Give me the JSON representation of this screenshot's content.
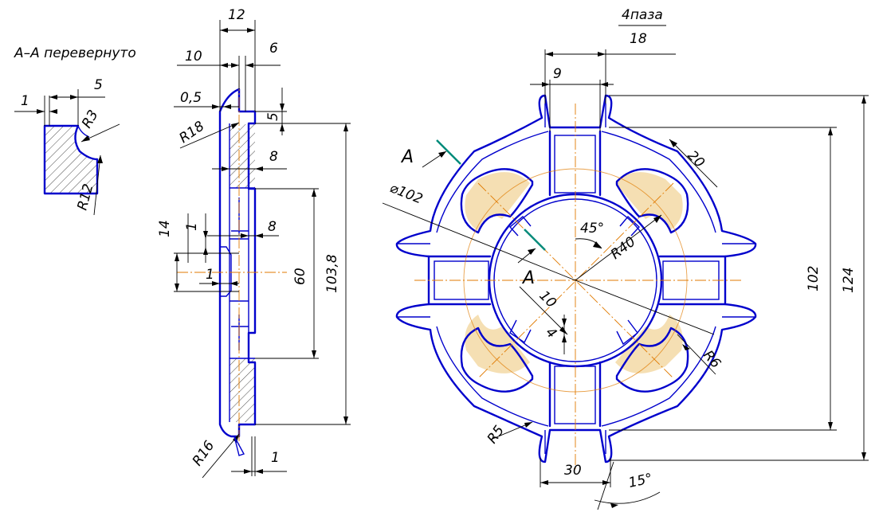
{
  "section": {
    "title": "А–А перевернуто",
    "dims": [
      "1",
      "5",
      "R3",
      "R12"
    ]
  },
  "side_view": {
    "dims": [
      "12",
      "10",
      "6",
      "0,5",
      "R18",
      "5",
      "8",
      "14",
      "1",
      "8",
      "1",
      "60",
      "103,8",
      "R16",
      "1"
    ]
  },
  "front_view": {
    "slots_label": "4паза",
    "slots_width": "18",
    "dims": [
      "9",
      "20",
      "⌀102",
      "45°",
      "R40",
      "10",
      "4",
      "R6",
      "R5",
      "30",
      "15°",
      "102",
      "124"
    ],
    "section_marks": [
      "А",
      "А"
    ]
  },
  "colors": {
    "contour": "#0000cc",
    "center_line": "#e07a00",
    "section_arrow": "#008b7a",
    "dimension": "#000000"
  }
}
